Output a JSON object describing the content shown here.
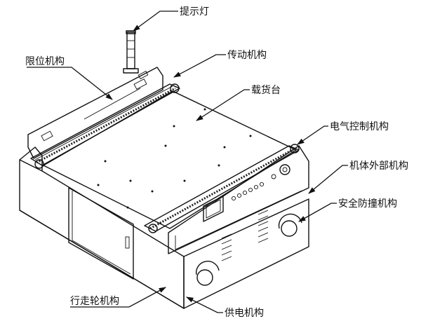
{
  "labels": {
    "indicator_light": "提示灯",
    "limit_mechanism": "限位机构",
    "transmission_mechanism": "传动机构",
    "loading_platform": "载货台",
    "electrical_control_mechanism": "电气控制机构",
    "body_exterior_mechanism": "机体外部机构",
    "anti_collision_mechanism": "安全防撞机构",
    "walking_wheel_mechanism": "行走轮机构",
    "power_supply_mechanism": "供电机构"
  },
  "colors": {
    "line": "#111111",
    "background": "#ffffff"
  }
}
